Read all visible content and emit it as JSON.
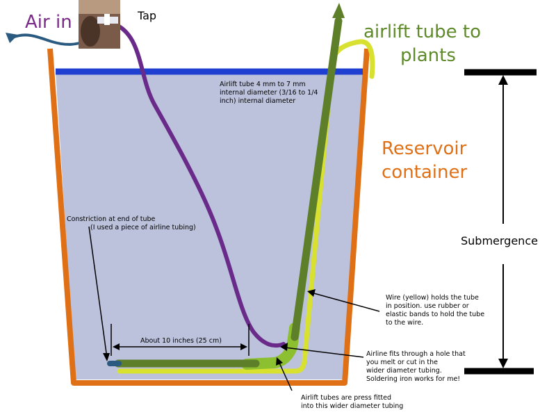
{
  "labels": {
    "air_in": "Air in",
    "tap": "Tap",
    "airlift_to_plants_1": "airlift tube to",
    "airlift_to_plants_2": "plants",
    "reservoir_1": "Reservoir",
    "reservoir_2": "container",
    "submergence": "Submergence"
  },
  "notes": {
    "airlift_tube": [
      "Airlift tube  4 mm to 7 mm",
      "internal diameter (3/16 to 1/4",
      "inch) internal diameter"
    ],
    "constriction": [
      "Constriction at end of tube",
      "(I used a piece of airline tubing)"
    ],
    "length": "About 10 inches (25 cm)",
    "wire": [
      "Wire (yellow) holds the tube",
      "in position.  use rubber or",
      "elastic bands to hold the tube",
      "to the wire."
    ],
    "airline": [
      "Airline fits through a hole that",
      "you melt or cut in the",
      "wider diameter tubing.",
      "Soldering iron works for me!"
    ],
    "press_fit": [
      "Airlift tubes are press fitted",
      "into this wider diameter tubing"
    ]
  },
  "colors": {
    "container": "#e07015",
    "water": "#bcc2dc",
    "waterline": "#1e3fd0",
    "airline": "#6a2a8a",
    "airlift": "#5e7f2a",
    "wire": "#d8e030",
    "fitting": "#8cc030",
    "inlet": "#2a5a80"
  }
}
